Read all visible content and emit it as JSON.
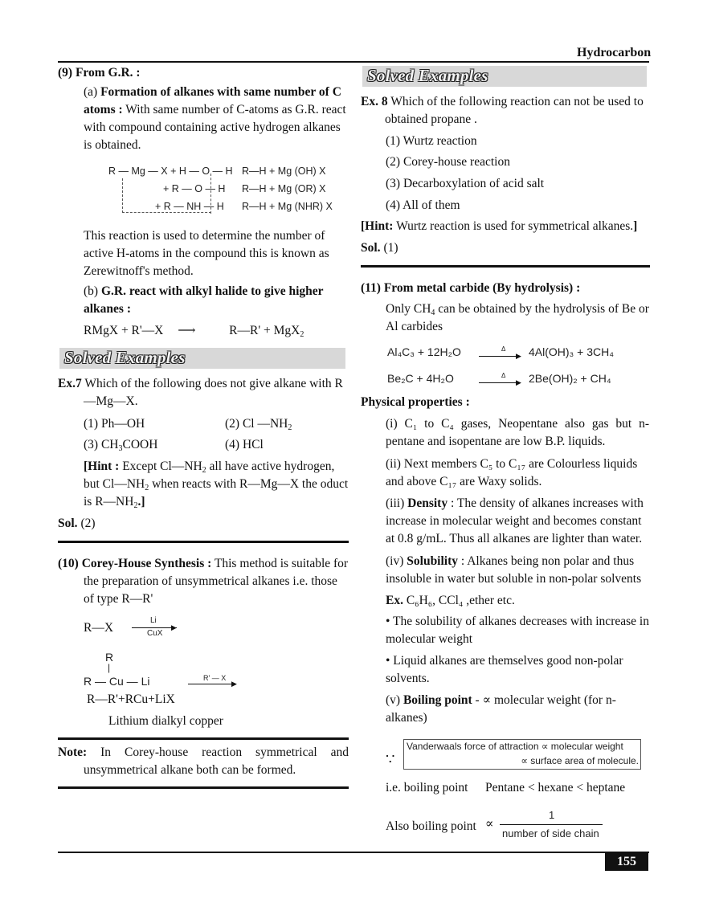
{
  "header": {
    "title": "Hydrocarbon",
    "page_number": "155"
  },
  "left": {
    "s9_heading": "(9)   From G.R. :",
    "s9a_label": "(a) ",
    "s9a_bold": "Formation of alkanes with same number of C atoms :",
    "s9a_text": " With same number of C-atoms as G.R. react with compound containing active hydrogen alkanes is obtained.",
    "reaction_left": [
      "R — Mg — X + H — O — H",
      "+ R — O — H",
      "+ R — NH — H"
    ],
    "reaction_right": [
      "R—H + Mg (OH) X",
      "R—H + Mg (OR) X",
      "R—H + Mg (NHR) X"
    ],
    "s9_para": "This reaction is used to determine the number of active H-atoms in the compound this is known as Zerewitnoff's method.",
    "s9b_label": "(b)   ",
    "s9b_bold": "G.R. react with alkyl halide to give higher alkanes :",
    "eq_rmgx_left": "RMgX + R'—X",
    "eq_rmgx_right": "R—R' + MgX",
    "eq_rmgx_sub": "2",
    "solved_examples": "Solved Examples",
    "ex7_label": "Ex.7",
    "ex7_q": " Which of the following does not give alkane with R—Mg—X.",
    "ex7_opt1": "(1) Ph—OH",
    "ex7_opt2": "(2) Cl —NH",
    "ex7_opt3": "(3) CH",
    "ex7_opt3_rest": "COOH",
    "ex7_opt4": "(4) HCl",
    "ex7_hint_bold": "[Hint :",
    "ex7_hint_a": " Except Cl—NH",
    "ex7_hint_b": " all have active hydrogen, but Cl—NH",
    "ex7_hint_c": " when reacts with R—Mg—X the oduct is R—NH",
    "ex7_hint_end": ".]",
    "sol_label": "Sol.",
    "ex7_sol": " (2)",
    "s10_bold": "(10) Corey-House Synthesis :",
    "s10_text": " This method is suitable for the preparation of unsymmetrical alkanes i.e. those of type R—R'",
    "rx_label": "R—X",
    "li_top": "Li",
    "li_bottom": "CuX",
    "cu_r": "R",
    "cu_bar": "|",
    "cu_main": "R — Cu — Li",
    "rx_reagent": "R' — X",
    "cu_product": "R—R'+RCu+LiX",
    "cu_name": "Lithium dialkyl copper",
    "note_bold": "Note:",
    "note_text": " In Corey-house reaction symmetrical and unsymmetrical alkane both can be formed."
  },
  "right": {
    "solved_examples": "Solved Examples",
    "ex8_label": "Ex. 8",
    "ex8_q": " Which of the following reaction can not be used to obtained propane .",
    "ex8_opts": [
      "(1) Wurtz reaction",
      "(2) Corey-house reaction",
      "(3) Decarboxylation of acid salt",
      "(4) All of them"
    ],
    "ex8_hint_bold": "[Hint:",
    "ex8_hint_text": " Wurtz reaction is used for symmetrical alkanes.",
    "ex8_hint_end": "]",
    "sol_label": "Sol.",
    "ex8_sol": "  (1)",
    "s11_heading": "(11) From metal carbide (By hydrolysis) :",
    "s11_text_a": "Only CH",
    "s11_text_b": " can be obtained by the hydrolysis of Be or Al carbides",
    "eq1_left": "Al₄C₃ + 12H₂O",
    "eq1_right": "4Al(OH)₃ + 3CH₄",
    "eq2_left": "Be₂C + 4H₂O",
    "eq2_right": "2Be(OH)₂ + CH₄",
    "delta": "Δ",
    "phys_heading": "Physical properties :",
    "p1": "(i)   C₁ to C₄ gases, Neopentane also gas but n-pentane and isopentane are low B.P. liquids.",
    "p2": "(ii)   Next members C₅ to C₁₇ are Colourless liquids and above C₁₇ are Waxy solids.",
    "p3_label": "(iii)  ",
    "p3_bold": "Density",
    "p3_text": " : The density of alkanes increases with increase in molecular weight and becomes constant at 0.8 g/mL. Thus all alkanes are lighter than water.",
    "p4_label": "(iv)  ",
    "p4_bold": "Solubility",
    "p4_text": " : Alkanes being non polar and thus insoluble in water but soluble in non-polar solvents",
    "ex_bold": "Ex.",
    "ex_text": "  C₆H₆, CCl₄ ,ether etc.",
    "bullet1": "• The solubility of alkanes decreases with increase in molecular weight",
    "bullet2": "• Liquid alkanes are themselves good non-polar solvents.",
    "p5_label": "(v)  ",
    "p5_bold": "Boiling point",
    "p5_text": " - ∝ molecular weight (for n-alkanes)",
    "because": "∵",
    "box_line1": "Vanderwaals force of attraction  ∝  molecular weight",
    "box_line2": "∝  surface area of molecule.",
    "ie_label": "i.e. boiling point",
    "ie_order": "Pentane < hexane < heptane",
    "also_label": "Also boiling point",
    "prop": "∝",
    "frac_num": "1",
    "frac_den": "number of side chain"
  }
}
